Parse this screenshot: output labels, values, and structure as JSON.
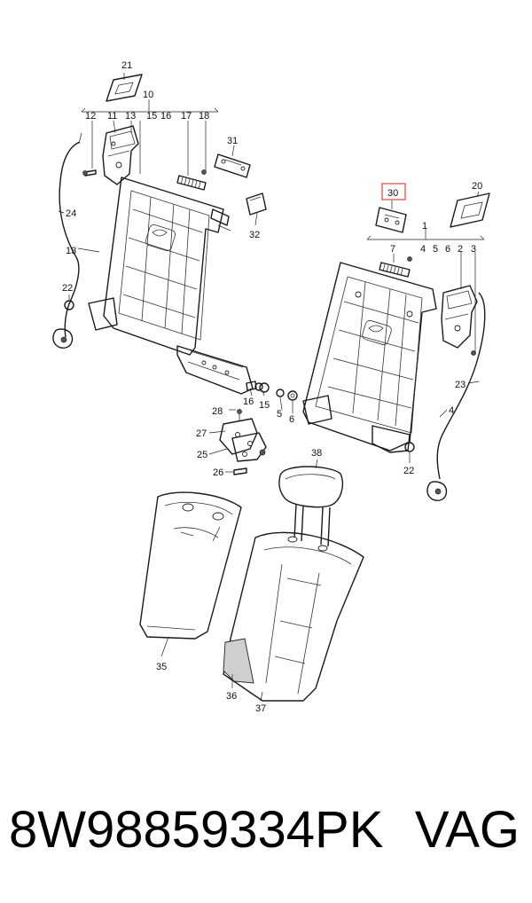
{
  "diagram": {
    "callouts": {
      "c1": "1",
      "c2": "2",
      "c3": "3",
      "c4a": "4",
      "c4b": "4",
      "c5a": "5",
      "c5b": "5",
      "c6a": "6",
      "c6b": "6",
      "c7": "7",
      "c10": "10",
      "c11": "11",
      "c12": "12",
      "c13a": "13",
      "c13b": "13",
      "c15a": "15",
      "c15b": "15",
      "c16a": "16",
      "c16b": "16",
      "c17": "17",
      "c18": "18",
      "c20": "20",
      "c21": "21",
      "c22a": "22",
      "c22b": "22",
      "c23": "23",
      "c24": "24",
      "c25": "25",
      "c26": "26",
      "c27": "27",
      "c28": "28",
      "c30": "30",
      "c31": "31",
      "c32": "32",
      "c35": "35",
      "c36": "36",
      "c37": "37",
      "c38": "38"
    },
    "highlight_color": "#e57373"
  },
  "caption": {
    "part_number": "8W98859334PK",
    "brand": "VAG"
  }
}
